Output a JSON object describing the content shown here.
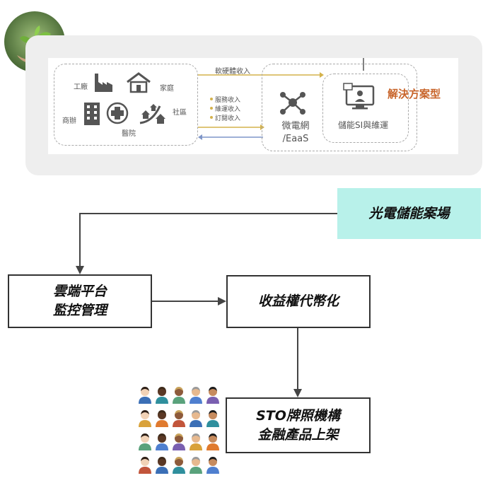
{
  "top_diagram": {
    "users": {
      "factory": "工廠",
      "home": "家庭",
      "office": "商辦",
      "hospital": "醫院",
      "community": "社區"
    },
    "flow_top": "軟硬體收入",
    "flow_list": [
      "服務收入",
      "維運收入",
      "訂閱收入"
    ],
    "microgrid": "微電網\n/EaaS",
    "si": "儲能SI與維運",
    "solution": "解決方案型"
  },
  "flow": {
    "pv_site": "光電儲能案場",
    "cloud": "雲端平台\n監控管理",
    "token": "收益權代幣化",
    "sto": "STO牌照機構\n金融產品上架"
  },
  "colors": {
    "pv_box": "#b8f1ea",
    "solution_text": "#c8642a",
    "gold_arrow": "#d4b24c",
    "blue_arrow": "#7f96c8"
  }
}
